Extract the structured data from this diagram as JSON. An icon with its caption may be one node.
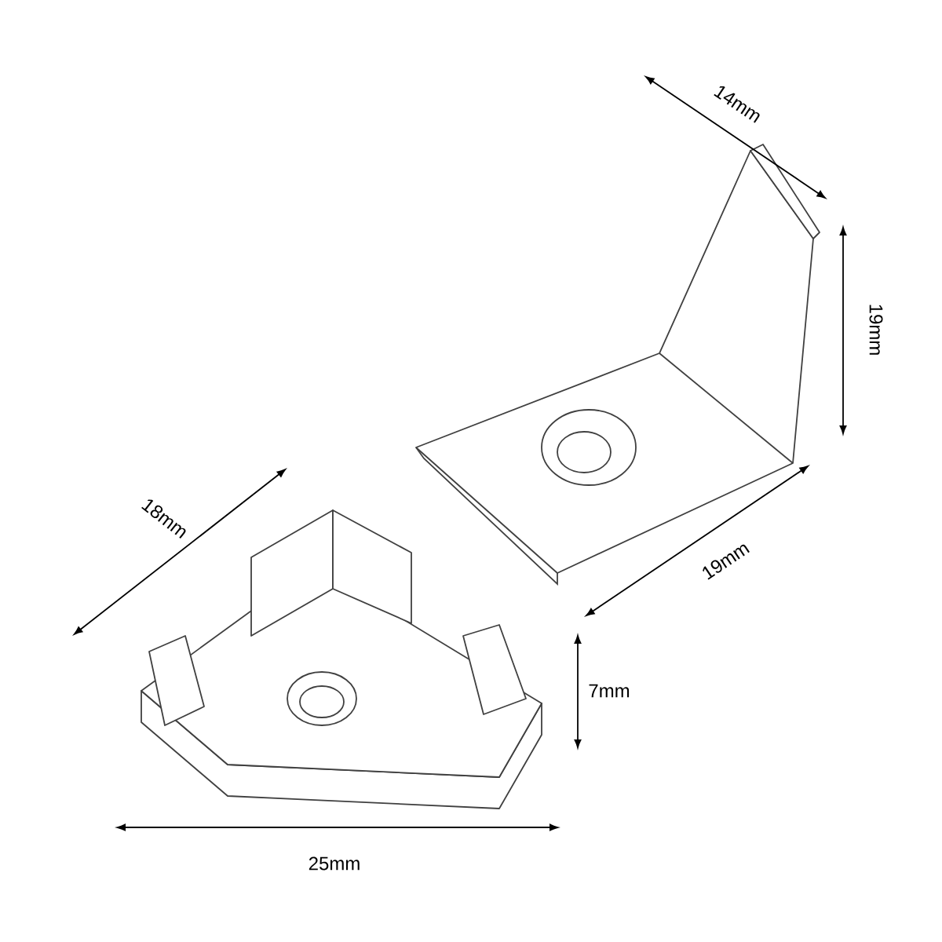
{
  "diagram": {
    "labels": [
      "14mm",
      "19mm",
      "19mm",
      "18mm",
      "7mm",
      "25mm"
    ]
  }
}
